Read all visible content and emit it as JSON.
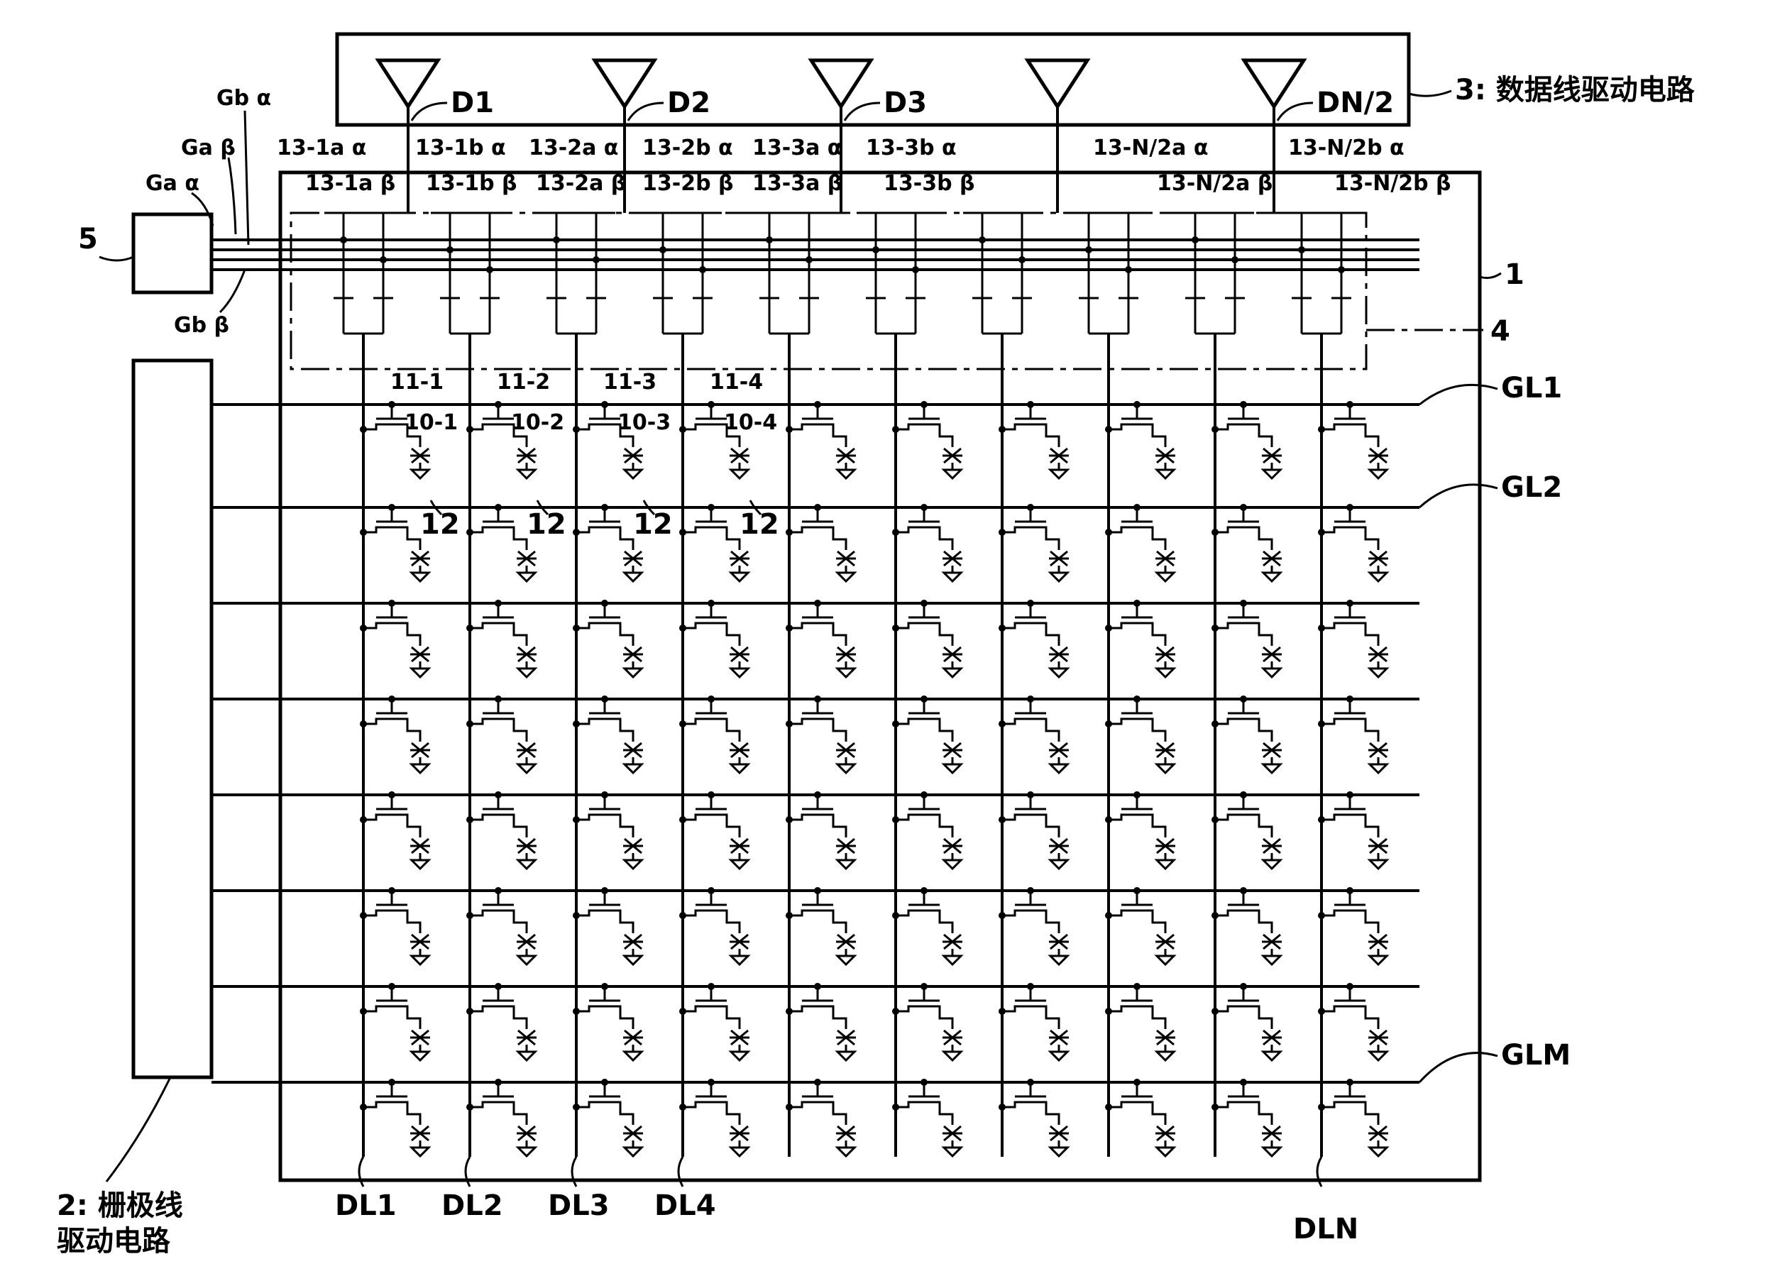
{
  "data_driver": {
    "label": "3: 数据线驱动电路",
    "outputs": [
      "D1",
      "D2",
      "D3",
      "",
      "DN/2"
    ]
  },
  "gate_driver": {
    "label_line1": "2: 栅极线",
    "label_line2": "驱动电路"
  },
  "controller_ref": "5",
  "panel_ref": "1",
  "switch_block_ref": "4",
  "control_lines": [
    "Ga α",
    "Ga β",
    "Gb α",
    "Gb β"
  ],
  "switch_labels": {
    "alpha": [
      "13-1a α",
      "13-1b α",
      "13-2a α",
      "13-2b α",
      "13-3a α",
      "13-3b α",
      "13-N/2a α",
      "13-N/2b α"
    ],
    "beta": [
      "13-1a β",
      "13-1b β",
      "13-2a β",
      "13-2b β",
      "13-3a β",
      "13-3b β",
      "13-N/2a β",
      "13-N/2b β"
    ]
  },
  "pixel_labels": {
    "tft": [
      "11-1",
      "11-2",
      "11-3",
      "11-4"
    ],
    "element": [
      "10-1",
      "10-2",
      "10-3",
      "10-4"
    ],
    "common": [
      "12",
      "12",
      "12",
      "12"
    ]
  },
  "gate_lines": [
    "GL1",
    "GL2",
    "GLM"
  ],
  "data_lines": [
    "DL1",
    "DL2",
    "DL3",
    "DL4",
    "DLN"
  ],
  "grid": {
    "rows": 8,
    "cols": 10
  }
}
